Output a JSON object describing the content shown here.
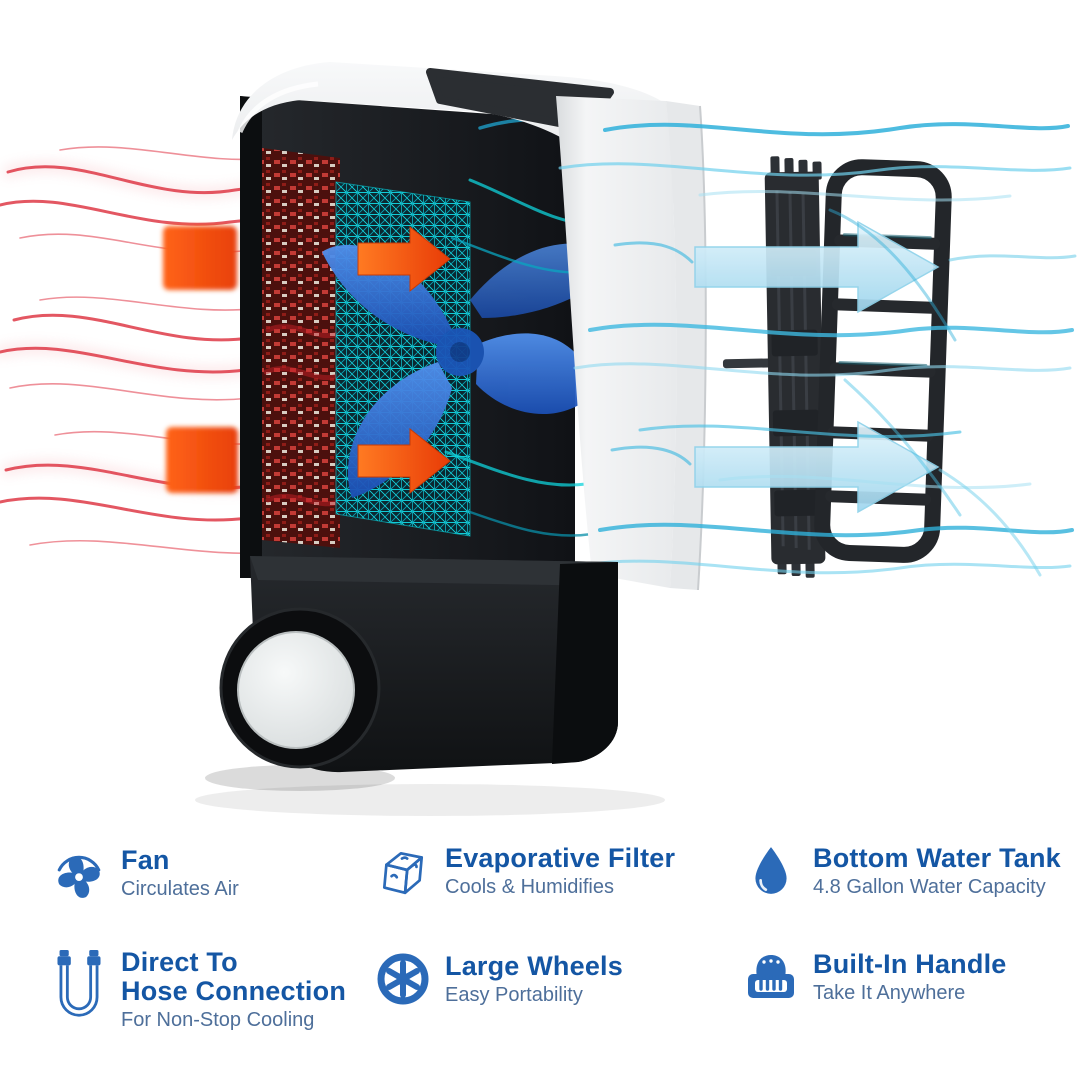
{
  "colors": {
    "title_blue": "#1456a4",
    "subtitle_blue": "#4e6f9a",
    "icon_blue": "#2b6ab8",
    "hot_orange": "#ee4a0e",
    "hot_red": "#dd2e3c",
    "cool_cyan": "#2fb0da",
    "cool_arrow_fill": "#c9ecf8",
    "filter_teal": "#12cbd6",
    "cabinet_black": "#1b1e22",
    "housing_white": "#f2f3f4"
  },
  "features": {
    "items": [
      {
        "icon": "fan-icon",
        "title_lines": [
          "Fan"
        ],
        "subtitle": "Circulates Air"
      },
      {
        "icon": "ice-cube-icon",
        "title_lines": [
          "Evaporative Filter"
        ],
        "subtitle": "Cools & Humidifies"
      },
      {
        "icon": "water-drop-icon",
        "title_lines": [
          "Bottom Water Tank"
        ],
        "subtitle": "4.8 Gallon Water Capacity"
      },
      {
        "icon": "hose-icon",
        "title_lines": [
          "Direct To",
          "Hose Connection"
        ],
        "subtitle": "For Non-Stop Cooling"
      },
      {
        "icon": "wheel-icon",
        "title_lines": [
          "Large Wheels"
        ],
        "subtitle": "Easy Portability"
      },
      {
        "icon": "handle-icon",
        "title_lines": [
          "Built-In Handle"
        ],
        "subtitle": "Take It Anywhere"
      }
    ]
  }
}
